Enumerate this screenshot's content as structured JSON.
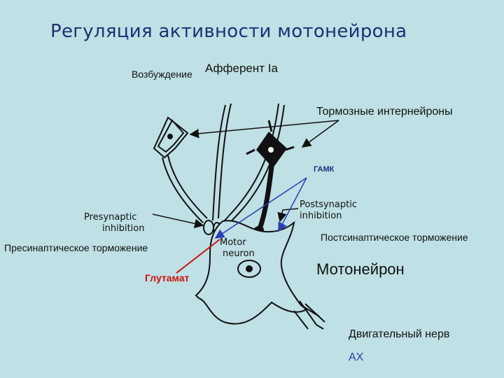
{
  "title": "Регуляция активности мотонейрона",
  "labels": {
    "excitation": "Возбуждение",
    "afferent": "Афферент Ia",
    "inhibitory_interneurons": "Тормозные интернейроны",
    "gaba": "ГАМК",
    "postsynaptic_inhibition_en": [
      "Postsynaptic",
      "inhibition"
    ],
    "postsynaptic_inhibition_ru": "Постсинаптическое торможение",
    "presynaptic_inhibition_en": [
      "Presynaptic",
      "inhibition"
    ],
    "presynaptic_inhibition_ru": "Пресинаптическое торможение",
    "glutamate": "Глутамат",
    "motor_neuron_en": [
      "Motor",
      "neuron"
    ],
    "motoneuron": "Мотонейрон",
    "motor_nerve": "Двигательный нерв",
    "ach": "АХ"
  },
  "colors": {
    "background": "#bfe0e4",
    "title": "#1f2f75",
    "glutamate": "#cc1111",
    "gaba_arrows": "#2a3fb0",
    "ach": "#2a3fb0"
  }
}
